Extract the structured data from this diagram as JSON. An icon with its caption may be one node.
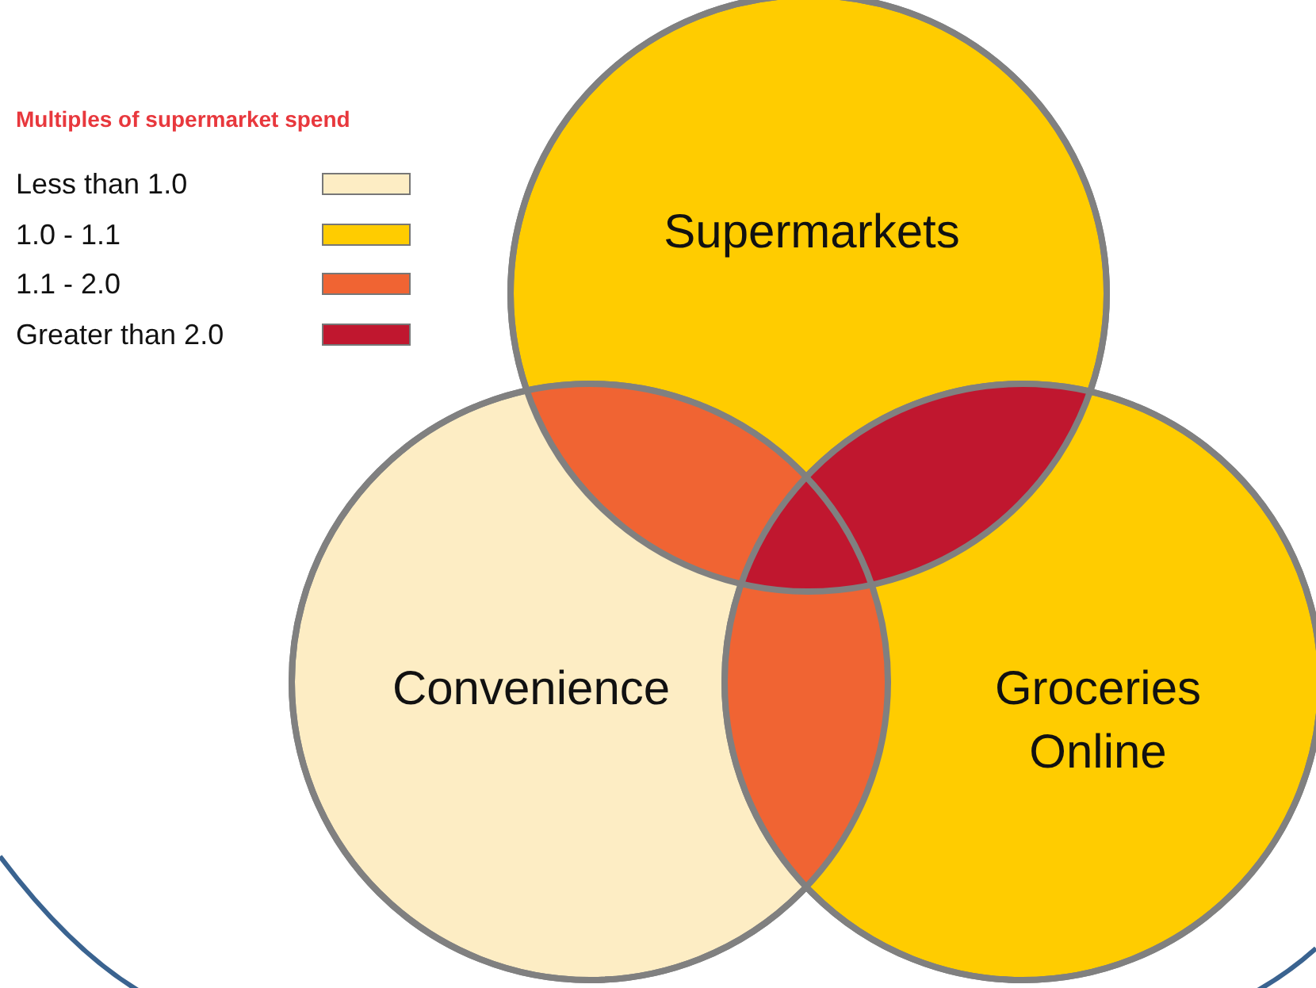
{
  "diagram": {
    "title": "Multiples of supermarket spend",
    "nodes": [
      {
        "text": [
          "Supermarkets"
        ]
      },
      {
        "text": [
          "Convenience"
        ]
      },
      {
        "text": [
          "Groceries Online"
        ]
      }
    ],
    "edges": [],
    "legend": [
      {
        "text": "Less than 1.0",
        "color": "#fdedc4"
      },
      {
        "text": "1.0 - 1.1",
        "color": "#ffcc00"
      },
      {
        "text": "1.1 - 2.0",
        "color": "#f06433"
      },
      {
        "text": "Greater than 2.0",
        "color": "#c0172f"
      }
    ]
  }
}
